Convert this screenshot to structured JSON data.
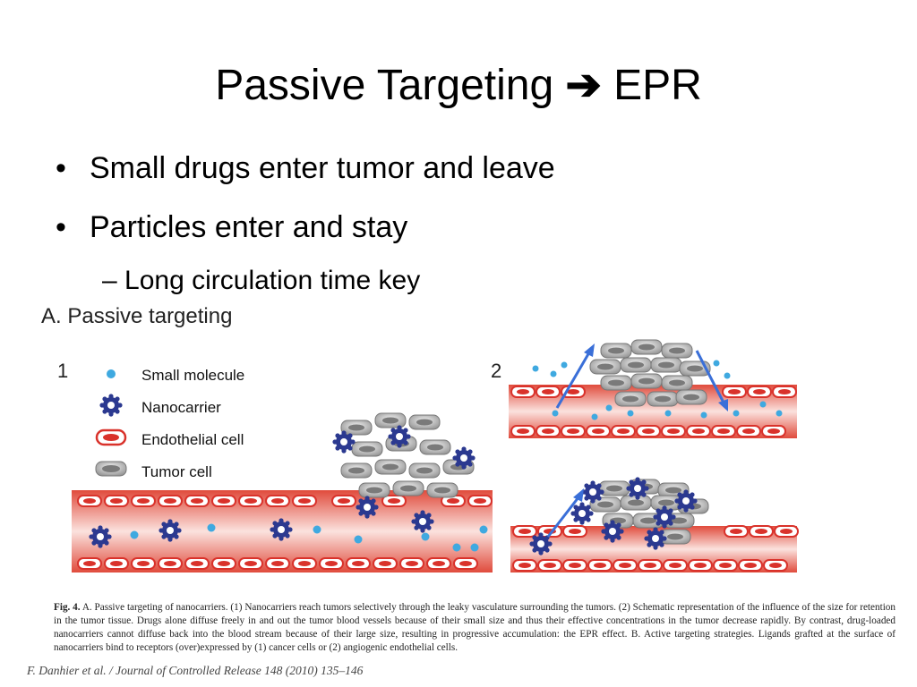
{
  "slide": {
    "title_part1": "Passive Targeting",
    "title_arrow": "➔",
    "title_part2": "EPR",
    "bullets": [
      "Small drugs enter tumor and leave",
      "Particles enter and stay"
    ],
    "sub_bullet_dash": "–",
    "sub_bullet": "Long circulation time key"
  },
  "figure": {
    "heading": "A. Passive targeting",
    "panel_1": "1",
    "panel_2": "2",
    "legend": {
      "small_molecule": "Small molecule",
      "nanocarrier": "Nanocarrier",
      "endothelial_cell": "Endothelial cell",
      "tumor_cell": "Tumor cell"
    },
    "colors": {
      "vessel_red": "#d9322b",
      "vessel_light": "#f6c7c2",
      "small_molecule": "#3fa9e0",
      "nanocarrier": "#2b3990",
      "tumor_cell": "#9a9a9a",
      "arrow": "#3a6fd8"
    }
  },
  "caption": {
    "label": "Fig. 4.",
    "text": "A. Passive targeting of nanocarriers. (1) Nanocarriers reach tumors selectively through the leaky vasculature surrounding the tumors. (2) Schematic representation of the influence of the size for retention in the tumor tissue. Drugs alone diffuse freely in and out the tumor blood vessels because of their small size and thus their effective concentrations in the tumor decrease rapidly. By contrast, drug-loaded nanocarriers cannot diffuse back into the blood stream because of their large size, resulting in progressive accumulation: the EPR effect. B. Active targeting strategies. Ligands grafted at the surface of nanocarriers bind to receptors (over)expressed by (1) cancer cells or (2) angiogenic endothelial cells."
  },
  "citation": "F. Danhier et al. / Journal of Controlled Release 148 (2010) 135–146"
}
